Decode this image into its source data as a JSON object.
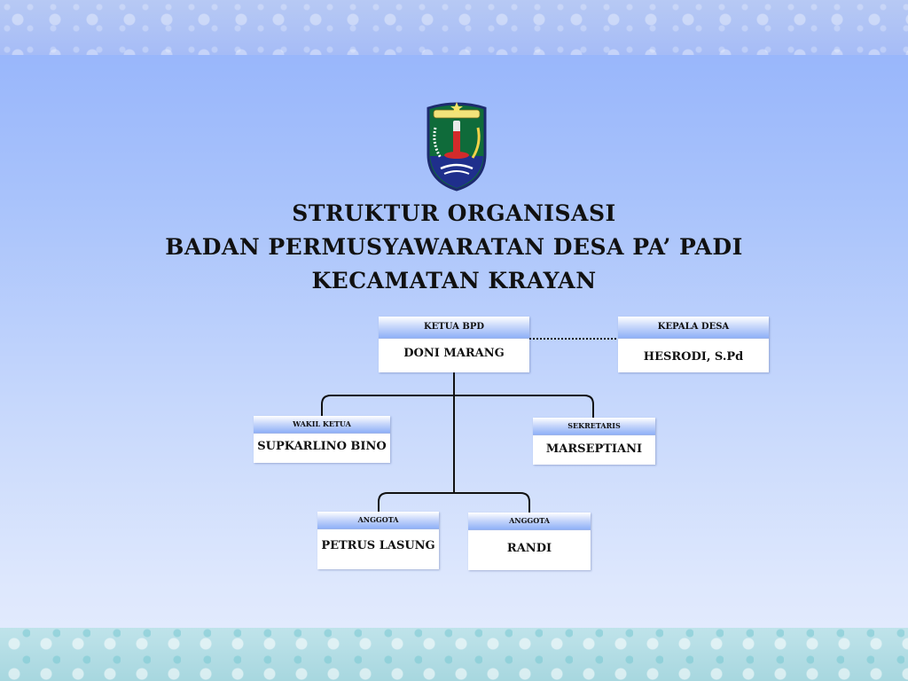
{
  "title_lines": [
    "STRUKTUR ORGANISASI",
    "BADAN PERMUSYAWARATAN DESA PA’ PADI",
    "KECAMATAN KRAYAN"
  ],
  "colors": {
    "background_top": "#93b2fb",
    "background_bottom": "#e6edfd",
    "box_header": "#8fb0f7",
    "connector": "#111111"
  },
  "icons": {
    "logo": "regency-crest-emblem"
  },
  "org": {
    "ketua": {
      "role": "KETUA BPD",
      "name": "DONI MARANG"
    },
    "kepala_desa": {
      "role": "KEPALA DESA",
      "name": "HESRODI, S.Pd"
    },
    "wakil": {
      "role": "WAKIL KETUA",
      "name": "SUPKARLINO BINO"
    },
    "sekretaris": {
      "role": "SEKRETARIS",
      "name": "MARSEPTIANI"
    },
    "anggota_1": {
      "role": "ANGGOTA",
      "name": "PETRUS LASUNG"
    },
    "anggota_2": {
      "role": "ANGGOTA",
      "name": "RANDI"
    }
  }
}
